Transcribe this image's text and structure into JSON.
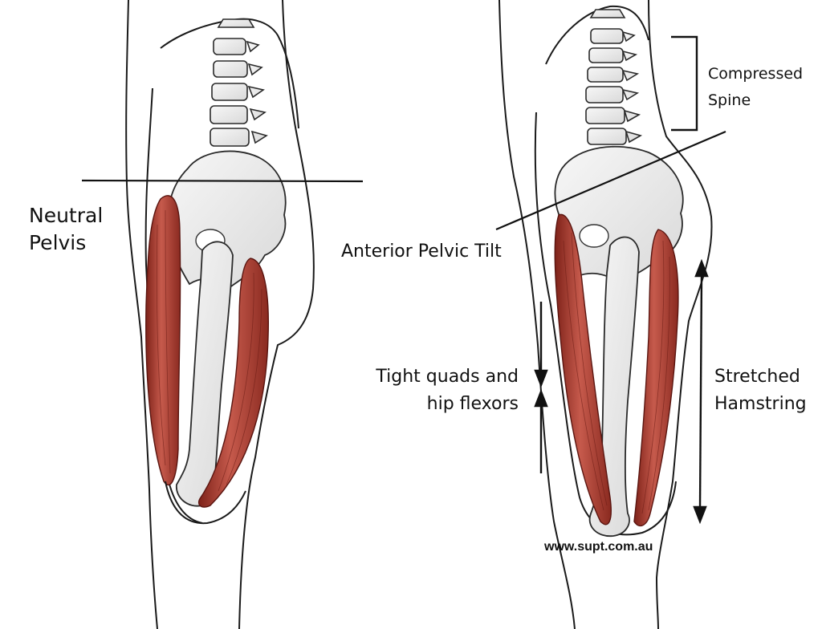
{
  "labels": {
    "neutral_pelvis": [
      "Neutral",
      "Pelvis"
    ],
    "anterior_pelvic_tilt": "Anterior Pelvic Tilt",
    "compressed_spine": [
      "Compressed",
      "Spine"
    ],
    "tight_quads": [
      "Tight quads and",
      "hip flexors"
    ],
    "stretched_hamstring": [
      "Stretched",
      "Hamstring"
    ]
  },
  "watermark": "www.supt.com.au",
  "colors": {
    "muscle": "#b8463a",
    "muscle_dark": "#8e2a20",
    "bone": "#eeeeee",
    "outline": "#1a1a1a"
  }
}
